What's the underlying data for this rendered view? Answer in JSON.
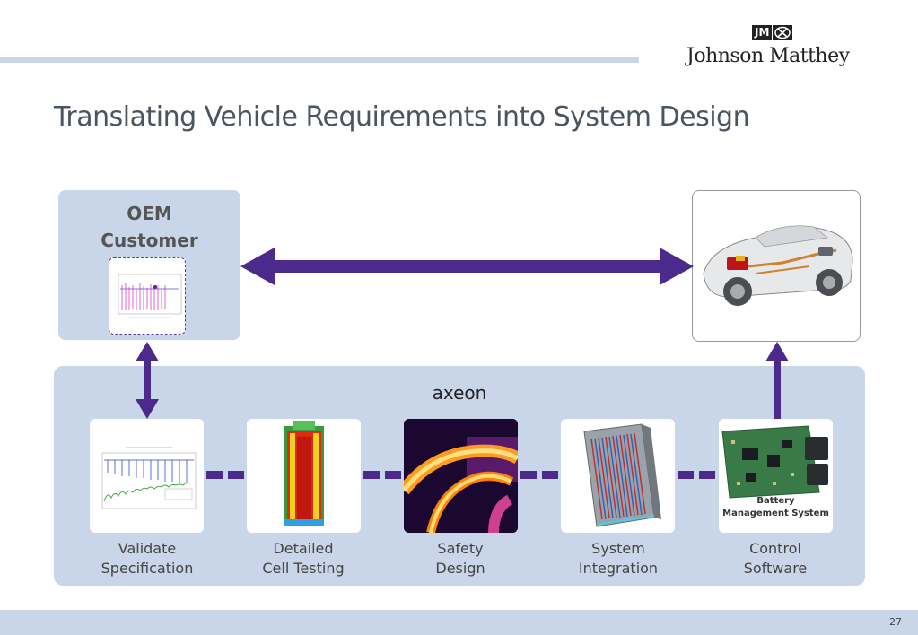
{
  "logo": {
    "badge": "JM",
    "name": "Johnson Matthey"
  },
  "title": "Translating Vehicle Requirements into System Design",
  "oem": {
    "line1": "OEM",
    "line2": "Customer"
  },
  "axeon_logo": "axeon",
  "steps": [
    {
      "line1": "Validate",
      "line2": "Specification"
    },
    {
      "line1": "Detailed",
      "line2": "Cell Testing"
    },
    {
      "line1": "Safety",
      "line2": "Design"
    },
    {
      "line1": "System",
      "line2": "Integration"
    },
    {
      "line1": "Control",
      "line2": "Software"
    }
  ],
  "bms": {
    "line1": "Battery",
    "line2": "Management System"
  },
  "page_number": "27",
  "colors": {
    "accent": "#4b2a8c",
    "panel": "#c9d5e8",
    "title": "#4a5560"
  }
}
